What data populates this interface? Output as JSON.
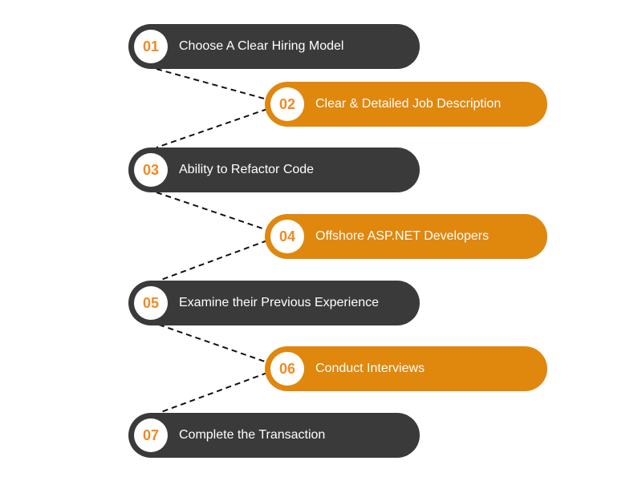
{
  "colors": {
    "dark": "#3a3a3a",
    "accent": "#e0870e",
    "number": "#f08a24"
  },
  "steps": [
    {
      "number": "01",
      "label": "Choose A Clear Hiring Model",
      "style": "dark"
    },
    {
      "number": "02",
      "label": "Clear & Detailed Job Description",
      "style": "orange"
    },
    {
      "number": "03",
      "label": "Ability to Refactor Code",
      "style": "dark"
    },
    {
      "number": "04",
      "label": "Offshore ASP.NET Developers",
      "style": "orange"
    },
    {
      "number": "05",
      "label": "Examine their Previous Experience",
      "style": "dark"
    },
    {
      "number": "06",
      "label": "Conduct Interviews",
      "style": "orange"
    },
    {
      "number": "07",
      "label": "Complete the Transaction",
      "style": "dark"
    }
  ]
}
